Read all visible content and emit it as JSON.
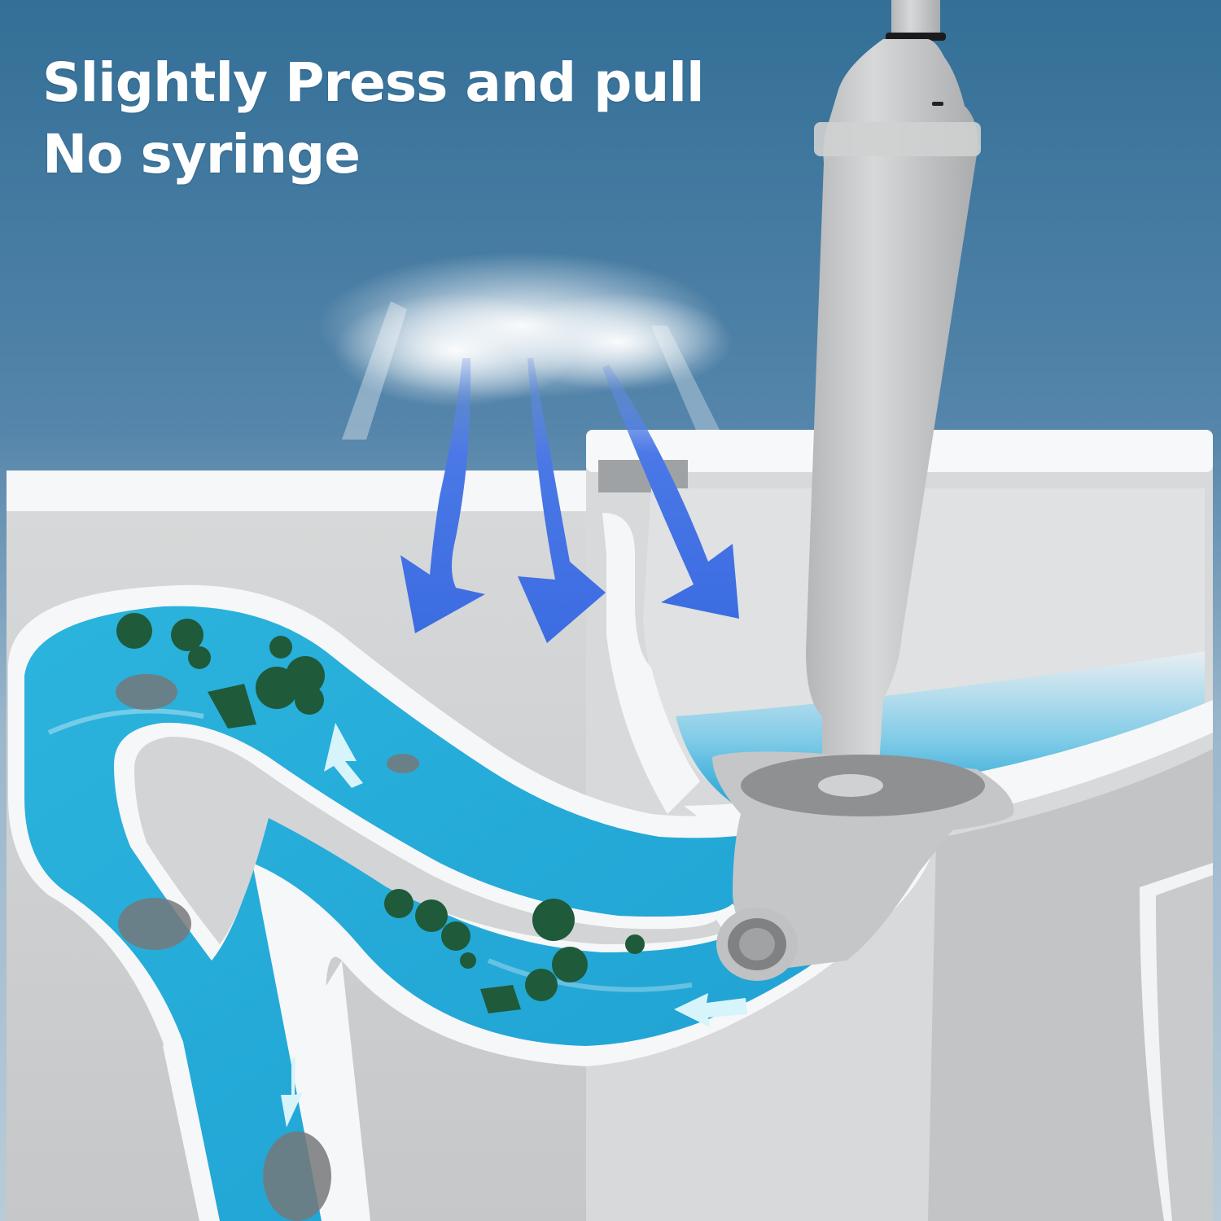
{
  "headline": {
    "line1": "Slightly Press and pull",
    "line2": "No syringe"
  },
  "colors": {
    "sky_top": "#36739a",
    "sky_bottom": "#a7c0d3",
    "porcelain": "#f4f5f6",
    "porcelain_shadow": "#cfd1d3",
    "water": "#29b3dc",
    "water_deep": "#1596c9",
    "arrow_blue": "#3f6fe3",
    "plunger_grey": "#c9cbcc",
    "debris_green": "#1f5a3a",
    "flow_arrow": "#d8f4fb"
  },
  "illustration": {
    "subject": "toilet-plunger-cross-section",
    "air_arrows": 3,
    "flow_arrows": 3
  }
}
